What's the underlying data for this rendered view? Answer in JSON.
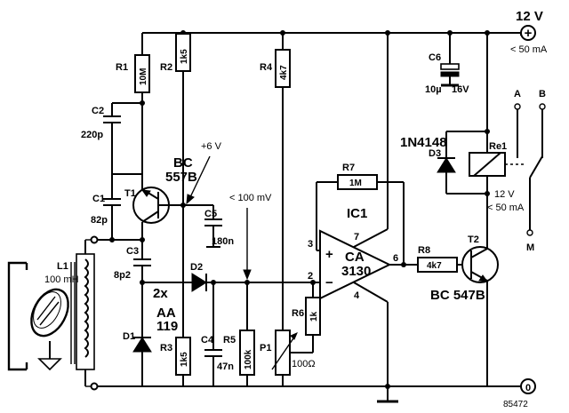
{
  "supply": {
    "voltage": "12 V",
    "current": "< 50 mA",
    "plus_symbol": "+"
  },
  "ground": {
    "symbol": "0"
  },
  "figure_number": "85472",
  "components": {
    "R1": {
      "ref": "R1",
      "value": "10M"
    },
    "R2": {
      "ref": "R2",
      "value": "1k5"
    },
    "R3": {
      "ref": "R3",
      "value": "1k5"
    },
    "R4": {
      "ref": "R4",
      "value": "4k7"
    },
    "R5": {
      "ref": "R5",
      "value": "100k"
    },
    "R6": {
      "ref": "R6",
      "value": "1k"
    },
    "R7": {
      "ref": "R7",
      "value": "1M"
    },
    "R8": {
      "ref": "R8",
      "value": "4k7"
    },
    "P1": {
      "ref": "P1",
      "value": "100Ω"
    },
    "C1": {
      "ref": "C1",
      "value": "82p"
    },
    "C2": {
      "ref": "C2",
      "value": "220p"
    },
    "C3": {
      "ref": "C3",
      "value": "8p2"
    },
    "C4": {
      "ref": "C4",
      "value": "47n"
    },
    "C5": {
      "ref": "C5",
      "value": "180n"
    },
    "C6": {
      "ref": "C6",
      "value": "10µ",
      "voltage": "16V"
    },
    "D1": {
      "ref": "D1"
    },
    "D2": {
      "ref": "D2"
    },
    "D3": {
      "ref": "D3",
      "type": "1N4148"
    },
    "D12_type": {
      "count": "2x",
      "line1": "AA",
      "line2": "119"
    },
    "T1": {
      "ref": "T1",
      "type_line1": "BC",
      "type_line2": "557B"
    },
    "T2": {
      "ref": "T2",
      "type": "BC 547B"
    },
    "IC1": {
      "ref": "IC1",
      "line1": "CA",
      "line2": "3130",
      "pin_plus": "+",
      "pin_minus": "−"
    },
    "L1": {
      "ref": "L1",
      "value": "100 mH"
    },
    "Re1": {
      "ref": "Re1",
      "rating_voltage": "12 V",
      "rating_current": "< 50 mA",
      "contact_a": "A",
      "contact_b": "B",
      "contact_m": "M"
    }
  },
  "pins": {
    "p2": "2",
    "p3": "3",
    "p4": "4",
    "p6": "6",
    "p7": "7"
  },
  "annotations": {
    "v6": "+6 V",
    "v100m": "< 100 mV"
  }
}
